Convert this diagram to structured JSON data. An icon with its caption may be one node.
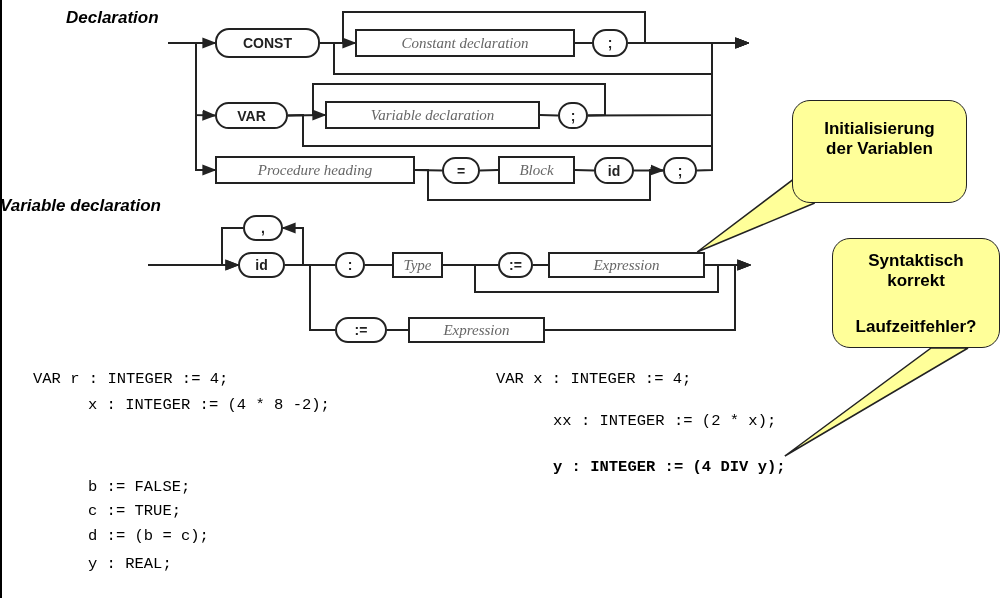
{
  "diagram": {
    "nodes": [
      {
        "text": [
          "CONST"
        ]
      },
      {
        "text": [
          "Constant declaration"
        ]
      },
      {
        "text": [
          ";"
        ]
      },
      {
        "text": [
          "VAR"
        ]
      },
      {
        "text": [
          "Variable declaration"
        ]
      },
      {
        "text": [
          ";"
        ]
      },
      {
        "text": [
          "Procedure heading"
        ]
      },
      {
        "text": [
          "="
        ]
      },
      {
        "text": [
          "Block"
        ]
      },
      {
        "text": [
          "id"
        ]
      },
      {
        "text": [
          ";"
        ]
      },
      {
        "text": [
          ","
        ]
      },
      {
        "text": [
          "id"
        ]
      },
      {
        "text": [
          ":"
        ]
      },
      {
        "text": [
          "Type"
        ]
      },
      {
        "text": [
          ":="
        ]
      },
      {
        "text": [
          "Expression"
        ]
      },
      {
        "text": [
          ":="
        ]
      },
      {
        "text": [
          "Expression"
        ]
      },
      {
        "text": [
          "Initialisierung der Variablen"
        ]
      },
      {
        "text": [
          "Syntaktisch korrekt",
          "Laufzeitfehler?"
        ]
      },
      {
        "text": [
          "y : INTEGER := (4 DIV y);"
        ]
      }
    ],
    "edges": [
      {
        "from": null,
        "to": 0,
        "arrow": "to"
      },
      {
        "from": null,
        "to": 3,
        "arrow": "to"
      },
      {
        "from": null,
        "to": 6,
        "arrow": "to"
      },
      {
        "from": 0,
        "to": 1,
        "arrow": "none"
      },
      {
        "from": 1,
        "to": 2,
        "arrow": "none"
      },
      {
        "from": 2,
        "to": 1,
        "arrow": "to"
      },
      {
        "from": 0,
        "to": null,
        "arrow": "to"
      },
      {
        "from": 2,
        "to": null,
        "arrow": "to"
      },
      {
        "from": 3,
        "to": 4,
        "arrow": "none"
      },
      {
        "from": 4,
        "to": 5,
        "arrow": "none"
      },
      {
        "from": 5,
        "to": 4,
        "arrow": "to"
      },
      {
        "from": 3,
        "to": null,
        "arrow": "to"
      },
      {
        "from": 5,
        "to": null,
        "arrow": "to"
      },
      {
        "from": 6,
        "to": 7,
        "arrow": "none"
      },
      {
        "from": 7,
        "to": 8,
        "arrow": "none"
      },
      {
        "from": 8,
        "to": 9,
        "arrow": "none"
      },
      {
        "from": 9,
        "to": 10,
        "arrow": "none"
      },
      {
        "from": 6,
        "to": 10,
        "arrow": "to"
      },
      {
        "from": 10,
        "to": null,
        "arrow": "to"
      },
      {
        "from": null,
        "to": 12,
        "arrow": "to"
      },
      {
        "from": 12,
        "to": 11,
        "arrow": "to"
      },
      {
        "from": 11,
        "to": 12,
        "arrow": "to"
      },
      {
        "from": 12,
        "to": 13,
        "arrow": "none"
      },
      {
        "from": 12,
        "to": 17,
        "arrow": "none"
      },
      {
        "from": 13,
        "to": 14,
        "arrow": "none"
      },
      {
        "from": 14,
        "to": 15,
        "arrow": "none"
      },
      {
        "from": 15,
        "to": 16,
        "arrow": "none"
      },
      {
        "from": 14,
        "to": null,
        "arrow": "to"
      },
      {
        "from": 16,
        "to": null,
        "arrow": "to"
      },
      {
        "from": 17,
        "to": 18,
        "arrow": "none"
      },
      {
        "from": 18,
        "to": null,
        "arrow": "to"
      },
      {
        "from": 19,
        "to": 16,
        "arrow": "none"
      },
      {
        "from": 20,
        "to": 21,
        "arrow": "none"
      }
    ],
    "labels": [
      "Declaration",
      "Variable declaration",
      "VAR r : INTEGER := 4;",
      "x : INTEGER := (4 * 8 -2);",
      "b := FALSE;",
      "c := TRUE;",
      "d := (b = c);",
      "y : REAL;",
      "VAR x : INTEGER := 4;",
      "xx : INTEGER := (2 * x);"
    ]
  }
}
